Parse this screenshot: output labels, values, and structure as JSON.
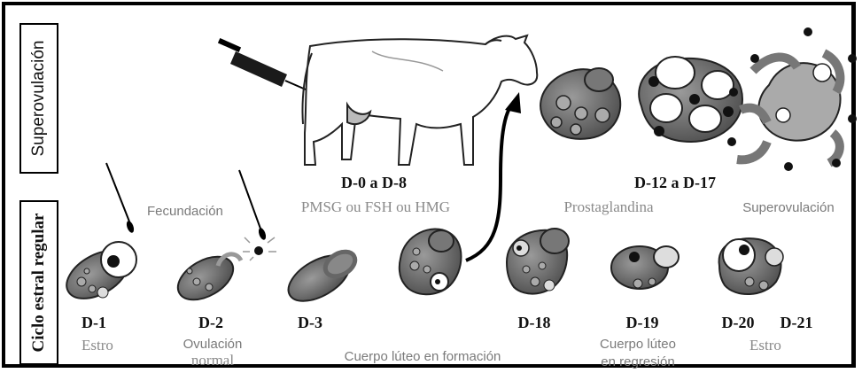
{
  "side_labels": {
    "top": "Superovulación",
    "bottom": "Ciclo estral regular"
  },
  "top_row": {
    "period_1": "D-0 a D-8",
    "hormones": "PMSG ou FSH ou HMG",
    "period_2": "D-12 a D-17",
    "prostaglandin": "Prostaglandina",
    "superovulation": "Superovulación"
  },
  "cycle": {
    "fecundacion": "Fecundación",
    "days": [
      "D-1",
      "D-2",
      "D-3",
      "D-18",
      "D-19",
      "D-20",
      "D-21"
    ],
    "estro_left": "Estro",
    "ovulacion_1": "Ovulación",
    "ovulacion_2": "normal",
    "cuerpo_formacion": "Cuerpo lúteo en formación",
    "cuerpo_regresion_1": "Cuerpo lúteo",
    "cuerpo_regresion_2": "en regresión",
    "estro_right": "Estro"
  }
}
